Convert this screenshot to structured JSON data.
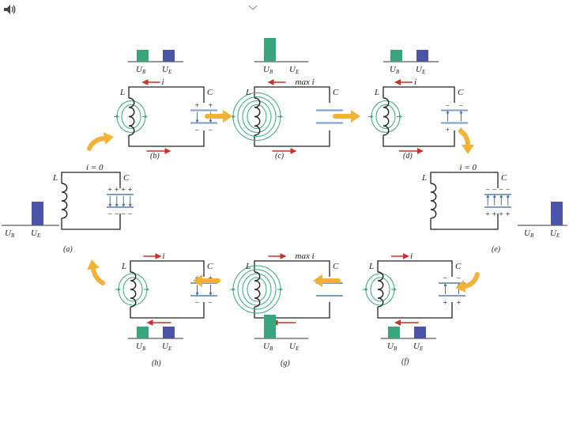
{
  "corner_icon": "speaker-icon",
  "colors": {
    "ub_bar": "#3aa57a",
    "ue_bar": "#4b55a8",
    "wire": "#222222",
    "plate": "#7f9ec0",
    "field": "#35a878",
    "current_arrow": "#c8322a",
    "flow_arrow": "#f2b238"
  },
  "labels": {
    "ub": "U",
    "ub_sub": "B",
    "ue": "U",
    "ue_sub": "E",
    "L": "L",
    "C": "C"
  },
  "panels": [
    {
      "id": "a",
      "tag": "(a)",
      "current_label": "i = 0",
      "ub": 0,
      "ue": 1
    },
    {
      "id": "b",
      "tag": "(b)",
      "current_label": "i",
      "ub": 0.5,
      "ue": 0.5
    },
    {
      "id": "c",
      "tag": "(c)",
      "current_label": "max i",
      "ub": 1,
      "ue": 0
    },
    {
      "id": "d",
      "tag": "(d)",
      "current_label": "i",
      "ub": 0.5,
      "ue": 0.5
    },
    {
      "id": "e",
      "tag": "(e)",
      "current_label": "i = 0",
      "ub": 0,
      "ue": 1
    },
    {
      "id": "f",
      "tag": "(f)",
      "current_label": "i",
      "ub": 0.5,
      "ue": 0.5
    },
    {
      "id": "g",
      "tag": "(g)",
      "current_label": "max i",
      "ub": 1,
      "ue": 0
    },
    {
      "id": "h",
      "tag": "(h)",
      "current_label": "i",
      "ub": 0.5,
      "ue": 0.5
    }
  ]
}
